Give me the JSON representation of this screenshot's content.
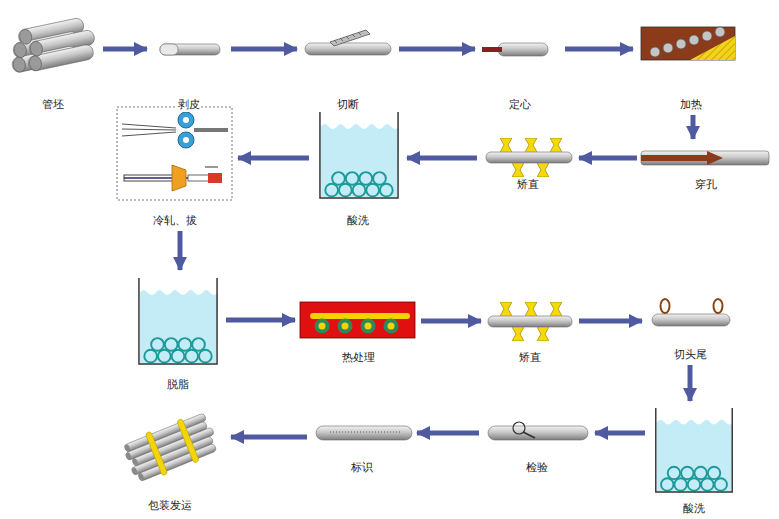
{
  "diagram": {
    "nodes": [
      {
        "text": [
          "管坯"
        ]
      },
      {
        "text": [
          "剥皮"
        ]
      },
      {
        "text": [
          "切断"
        ]
      },
      {
        "text": [
          "定心"
        ]
      },
      {
        "text": [
          "加热"
        ]
      },
      {
        "text": [
          "穿孔"
        ]
      },
      {
        "text": [
          "矫直"
        ]
      },
      {
        "text": [
          "酸洗"
        ]
      },
      {
        "text": [
          "冷轧、拔"
        ]
      },
      {
        "text": [
          "脱脂"
        ]
      },
      {
        "text": [
          "热处理"
        ]
      },
      {
        "text": [
          "矫直"
        ]
      },
      {
        "text": [
          "切头尾"
        ]
      },
      {
        "text": [
          "酸洗"
        ]
      },
      {
        "text": [
          "检验"
        ]
      },
      {
        "text": [
          "标识"
        ]
      },
      {
        "text": [
          "包装发运"
        ]
      }
    ],
    "edges": [
      {
        "from": 0,
        "to": 1,
        "arrow": "to"
      },
      {
        "from": 1,
        "to": 2,
        "arrow": "to"
      },
      {
        "from": 2,
        "to": 3,
        "arrow": "to"
      },
      {
        "from": 3,
        "to": 4,
        "arrow": "to"
      },
      {
        "from": 4,
        "to": 5,
        "arrow": "to"
      },
      {
        "from": 5,
        "to": 6,
        "arrow": "to"
      },
      {
        "from": 6,
        "to": 7,
        "arrow": "to"
      },
      {
        "from": 7,
        "to": 8,
        "arrow": "to"
      },
      {
        "from": 8,
        "to": 9,
        "arrow": "to"
      },
      {
        "from": 9,
        "to": 10,
        "arrow": "to"
      },
      {
        "from": 10,
        "to": 11,
        "arrow": "to"
      },
      {
        "from": 11,
        "to": 12,
        "arrow": "to"
      },
      {
        "from": 12,
        "to": 13,
        "arrow": "to"
      },
      {
        "from": 13,
        "to": 14,
        "arrow": "to"
      },
      {
        "from": 14,
        "to": 15,
        "arrow": "to"
      },
      {
        "from": 15,
        "to": 16,
        "arrow": "to"
      }
    ]
  }
}
